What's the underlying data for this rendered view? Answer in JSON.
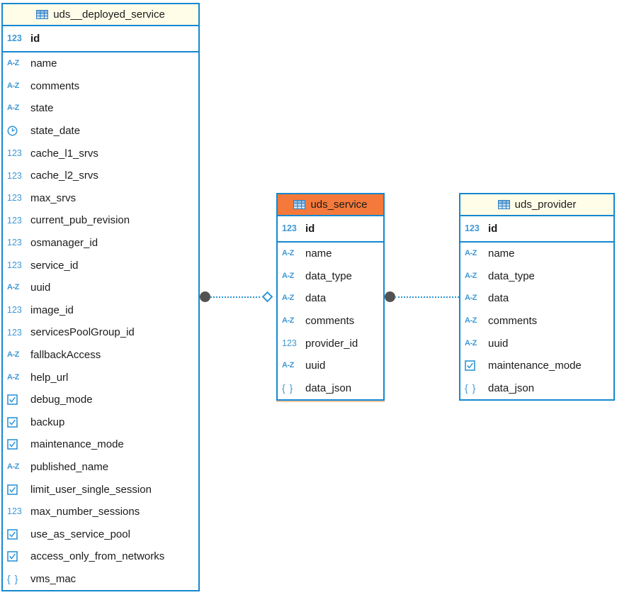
{
  "diagram": {
    "colors": {
      "border_blue": "#1588d0",
      "icon_blue": "#3e98d4",
      "header_yellow": "#fffde8",
      "header_orange": "#f5793a",
      "connector_end_gray": "#525252",
      "text": "#1b1b1b"
    },
    "type_icons": {
      "number": "123",
      "text": "A-Z",
      "json": "{ }",
      "datetime": "clock",
      "boolean": "checkbox"
    }
  },
  "entities": [
    {
      "title": "uds__deployed_service",
      "header_style": "yellow",
      "selected": false,
      "columns": [
        {
          "name": "id",
          "type": "number",
          "pk": true
        },
        {
          "name": "name",
          "type": "text"
        },
        {
          "name": "comments",
          "type": "text"
        },
        {
          "name": "state",
          "type": "text"
        },
        {
          "name": "state_date",
          "type": "datetime"
        },
        {
          "name": "cache_l1_srvs",
          "type": "number"
        },
        {
          "name": "cache_l2_srvs",
          "type": "number"
        },
        {
          "name": "max_srvs",
          "type": "number"
        },
        {
          "name": "current_pub_revision",
          "type": "number"
        },
        {
          "name": "osmanager_id",
          "type": "number"
        },
        {
          "name": "service_id",
          "type": "number"
        },
        {
          "name": "uuid",
          "type": "text"
        },
        {
          "name": "image_id",
          "type": "number"
        },
        {
          "name": "servicesPoolGroup_id",
          "type": "number"
        },
        {
          "name": "fallbackAccess",
          "type": "text"
        },
        {
          "name": "help_url",
          "type": "text"
        },
        {
          "name": "debug_mode",
          "type": "boolean"
        },
        {
          "name": "backup",
          "type": "boolean"
        },
        {
          "name": "maintenance_mode",
          "type": "boolean"
        },
        {
          "name": "published_name",
          "type": "text"
        },
        {
          "name": "limit_user_single_session",
          "type": "boolean"
        },
        {
          "name": "max_number_sessions",
          "type": "number"
        },
        {
          "name": "use_as_service_pool",
          "type": "boolean"
        },
        {
          "name": "access_only_from_networks",
          "type": "boolean"
        },
        {
          "name": "vms_mac",
          "type": "json"
        }
      ]
    },
    {
      "title": "uds_service",
      "header_style": "orange",
      "selected": true,
      "columns": [
        {
          "name": "id",
          "type": "number",
          "pk": true
        },
        {
          "name": "name",
          "type": "text"
        },
        {
          "name": "data_type",
          "type": "text"
        },
        {
          "name": "data",
          "type": "text"
        },
        {
          "name": "comments",
          "type": "text"
        },
        {
          "name": "provider_id",
          "type": "number"
        },
        {
          "name": "uuid",
          "type": "text"
        },
        {
          "name": "data_json",
          "type": "json"
        }
      ]
    },
    {
      "title": "uds_provider",
      "header_style": "yellow",
      "selected": false,
      "columns": [
        {
          "name": "id",
          "type": "number",
          "pk": true
        },
        {
          "name": "name",
          "type": "text"
        },
        {
          "name": "data_type",
          "type": "text"
        },
        {
          "name": "data",
          "type": "text"
        },
        {
          "name": "comments",
          "type": "text"
        },
        {
          "name": "uuid",
          "type": "text"
        },
        {
          "name": "maintenance_mode",
          "type": "boolean"
        },
        {
          "name": "data_json",
          "type": "json"
        }
      ]
    }
  ],
  "relations": [
    {
      "from": "uds__deployed_service",
      "to": "uds_service",
      "from_end": "filled-circle",
      "to_end": "hollow-diamond",
      "line": "dotted"
    },
    {
      "from": "uds_service",
      "to": "uds_provider",
      "from_end": "filled-circle",
      "to_end": "none",
      "line": "dotted"
    }
  ]
}
